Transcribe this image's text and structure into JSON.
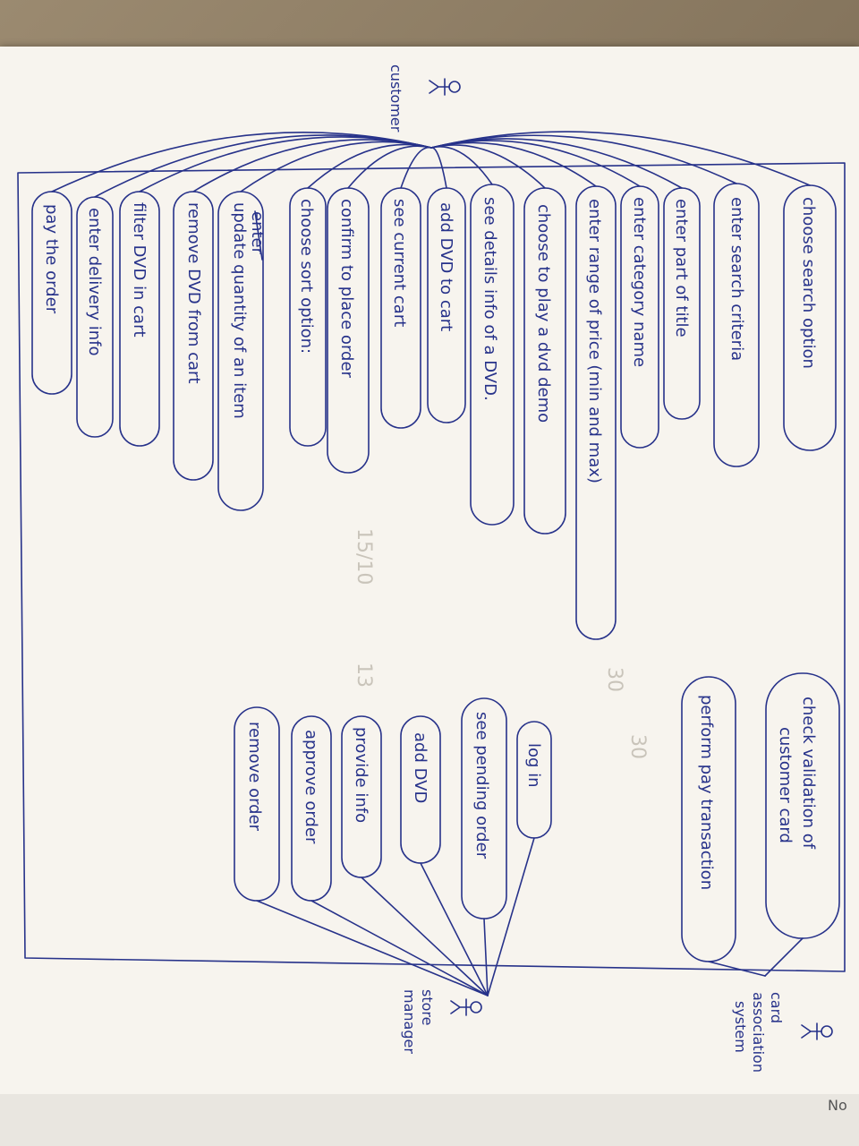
{
  "diagram": {
    "actors": {
      "customer": "customer",
      "store_manager": [
        "store",
        "manager"
      ],
      "card_association": [
        "card",
        "association",
        "system"
      ]
    },
    "customer_use_cases": [
      "choose search option",
      "enter search criteria",
      "enter part of title",
      "enter category name",
      "enter range of price (min and max)",
      "choose to play a dvd demo",
      "see details info of a DVD.",
      "add DVD to cart",
      "see current cart",
      "confirm to place order",
      "choose sort option:",
      "update quantity of an item",
      "remove DVD from cart",
      "filter DVD in cart",
      "enter delivery info",
      "pay the order"
    ],
    "crossed_word": "enter",
    "manager_use_cases": [
      "log in",
      "see pending order",
      "add DVD",
      "provide info",
      "approve order",
      "remove order"
    ],
    "card_use_cases": [
      "check validation of customer card",
      "perform pay transaction"
    ],
    "card_use_case_lines": [
      [
        "check validation of",
        "customer card"
      ],
      [
        "perform pay transaction"
      ]
    ],
    "background_prints": [
      "15/10",
      "13",
      "30",
      "30",
      "No"
    ]
  }
}
